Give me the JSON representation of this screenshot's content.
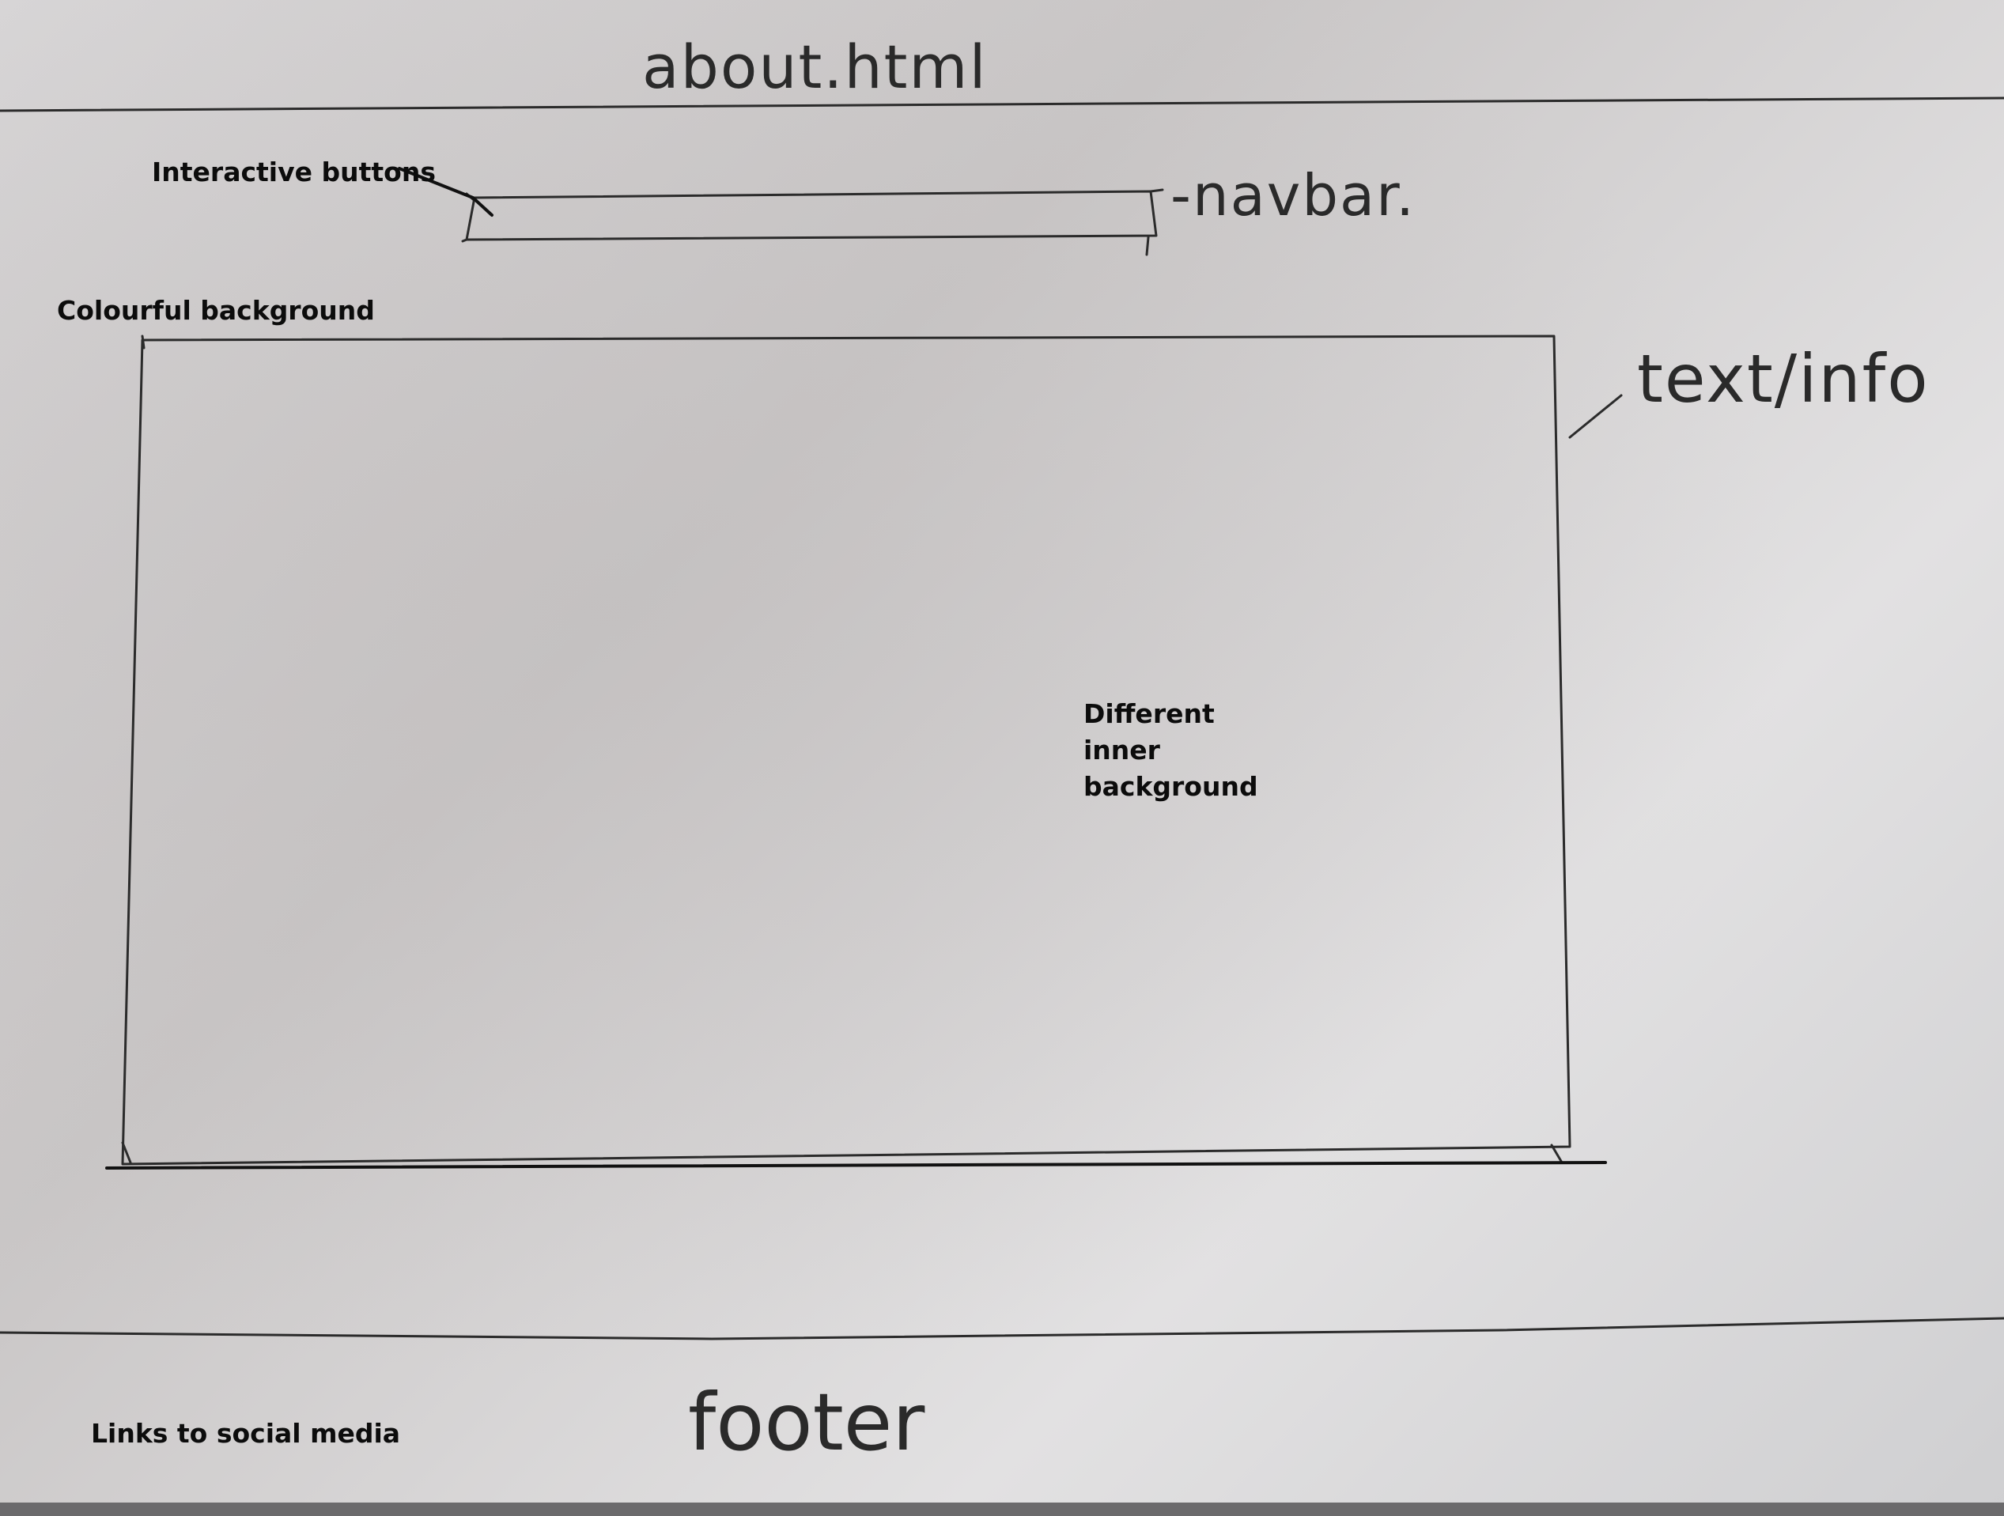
{
  "page_title": "about.html",
  "annotations": {
    "interactive_buttons": "Interactive buttons",
    "navbar": "-navbar.",
    "colourful_background": "Colourful background",
    "text_info": "text/info",
    "inner_background": "Different inner background",
    "social_links": "Links to social media",
    "footer": "footer"
  },
  "colors": {
    "paper": "#d8d6d7",
    "pencil": "#2b2b2b",
    "ink": "#0c0c0c"
  }
}
